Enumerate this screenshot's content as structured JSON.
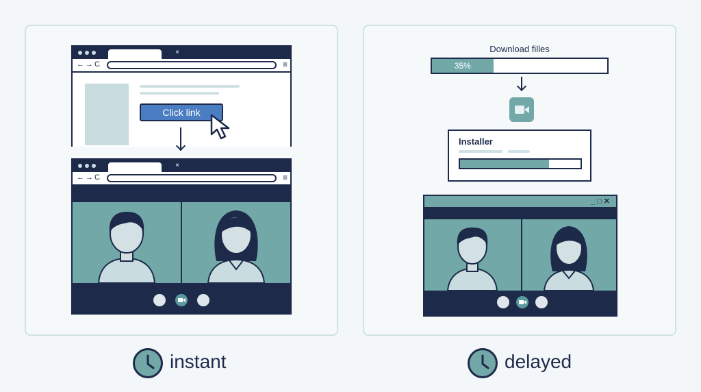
{
  "left": {
    "button_label": "Click link",
    "tab_close": "×",
    "nav_icons": "←→C",
    "menu_icon": "≡",
    "caption": "instant"
  },
  "right": {
    "download_title": "Download filles",
    "progress": {
      "percent": 35,
      "label": "35%"
    },
    "installer_title": "Installer",
    "installer_progress": 0.74,
    "window_controls": "_□✕",
    "caption": "delayed"
  },
  "colors": {
    "navy": "#1d2a4a",
    "teal": "#73a8a9",
    "blue_button": "#4a7dc1",
    "panel_border": "#cfe3e3"
  }
}
